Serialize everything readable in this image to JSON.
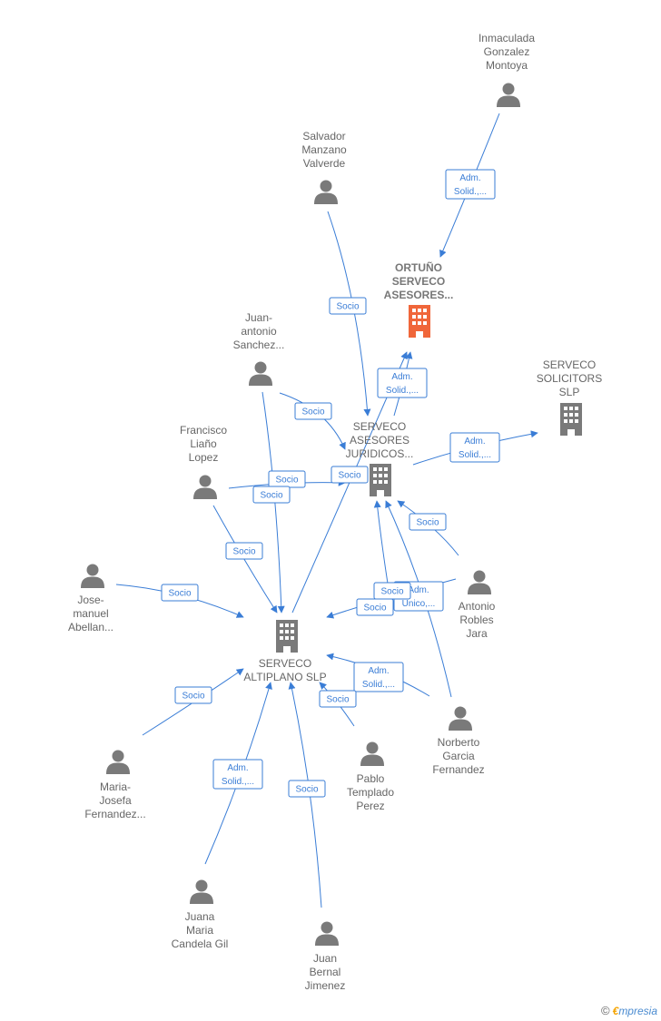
{
  "colors": {
    "edge": "#3a7dd6",
    "person": "#7a7a7a",
    "company": "#7a7a7a",
    "highlight": "#f0663a"
  },
  "nodes": [
    {
      "id": "inmaculada",
      "type": "person",
      "lines": [
        "Inmaculada",
        "Gonzalez",
        "Montoya"
      ]
    },
    {
      "id": "salvador",
      "type": "person",
      "lines": [
        "Salvador",
        "Manzano",
        "Valverde"
      ]
    },
    {
      "id": "ortuno",
      "type": "company-main",
      "lines": [
        "ORTUÑO",
        "SERVECO",
        "ASESORES..."
      ]
    },
    {
      "id": "juanantonio",
      "type": "person",
      "lines": [
        "Juan-",
        "antonio",
        "Sanchez..."
      ]
    },
    {
      "id": "solicitors",
      "type": "company",
      "lines": [
        "SERVECO",
        "SOLICITORS",
        "SLP"
      ]
    },
    {
      "id": "juridicos",
      "type": "company",
      "lines": [
        "SERVECO",
        "ASESORES",
        "JURIDICOS..."
      ]
    },
    {
      "id": "francisco",
      "type": "person",
      "lines": [
        "Francisco",
        "Liaño",
        "Lopez"
      ]
    },
    {
      "id": "josemanuel",
      "type": "person",
      "lines": [
        "Jose-",
        "manuel",
        "Abellan..."
      ]
    },
    {
      "id": "antonio",
      "type": "person",
      "lines": [
        "Antonio",
        "Robles",
        "Jara"
      ]
    },
    {
      "id": "altiplano",
      "type": "company",
      "lines": [
        "SERVECO",
        "ALTIPLANO  SLP"
      ]
    },
    {
      "id": "norberto",
      "type": "person",
      "lines": [
        "Norberto",
        "Garcia",
        "Fernandez"
      ]
    },
    {
      "id": "mariajosefa",
      "type": "person",
      "lines": [
        "Maria-",
        "Josefa",
        "Fernandez..."
      ]
    },
    {
      "id": "pablo",
      "type": "person",
      "lines": [
        "Pablo",
        "Templado",
        "Perez"
      ]
    },
    {
      "id": "juana",
      "type": "person",
      "lines": [
        "Juana",
        "Maria",
        "Candela Gil"
      ]
    },
    {
      "id": "juanbernal",
      "type": "person",
      "lines": [
        "Juan",
        "Bernal",
        "Jimenez"
      ]
    }
  ],
  "edges": [
    {
      "from": "inmaculada",
      "to": "ortuno",
      "lines": [
        "Adm.",
        "Solid.,..."
      ]
    },
    {
      "from": "salvador",
      "to": "juridicos",
      "lines": [
        "Socio"
      ]
    },
    {
      "from": "juridicos",
      "to": "ortuno",
      "lines": [
        "Adm.",
        "Solid.,..."
      ]
    },
    {
      "from": "juridicos",
      "to": "solicitors",
      "lines": [
        "Adm.",
        "Solid.,..."
      ]
    },
    {
      "from": "juanantonio",
      "to": "juridicos",
      "lines": [
        "Socio"
      ]
    },
    {
      "from": "francisco",
      "to": "juridicos",
      "lines": [
        "Socio"
      ]
    },
    {
      "from": "altiplano",
      "to": "ortuno",
      "lines": [
        "Socio"
      ]
    },
    {
      "from": "juanantonio",
      "to": "altiplano",
      "lines": [
        "Socio"
      ]
    },
    {
      "from": "francisco",
      "to": "altiplano",
      "lines": [
        "Socio"
      ]
    },
    {
      "from": "antonio",
      "to": "juridicos",
      "lines": [
        "Socio"
      ]
    },
    {
      "from": "norberto",
      "to": "juridicos",
      "lines": [
        "Adm.",
        "Unico,..."
      ]
    },
    {
      "from": "antonio",
      "to": "altiplano",
      "lines": [
        "Socio"
      ]
    },
    {
      "from": "pablo",
      "to": "juridicos",
      "lines": [
        "Socio"
      ]
    },
    {
      "from": "josemanuel",
      "to": "altiplano",
      "lines": [
        "Socio"
      ]
    },
    {
      "from": "norberto",
      "to": "altiplano",
      "lines": [
        "Adm.",
        "Solid.,..."
      ]
    },
    {
      "from": "pablo",
      "to": "altiplano",
      "lines": [
        "Socio"
      ]
    },
    {
      "from": "mariajosefa",
      "to": "altiplano",
      "lines": [
        "Socio"
      ]
    },
    {
      "from": "juana",
      "to": "altiplano",
      "lines": [
        "Adm.",
        "Solid.,..."
      ]
    },
    {
      "from": "juanbernal",
      "to": "altiplano",
      "lines": [
        "Socio"
      ]
    }
  ],
  "brand": {
    "copyright": "©",
    "e": "€",
    "rest": "mpresia"
  }
}
